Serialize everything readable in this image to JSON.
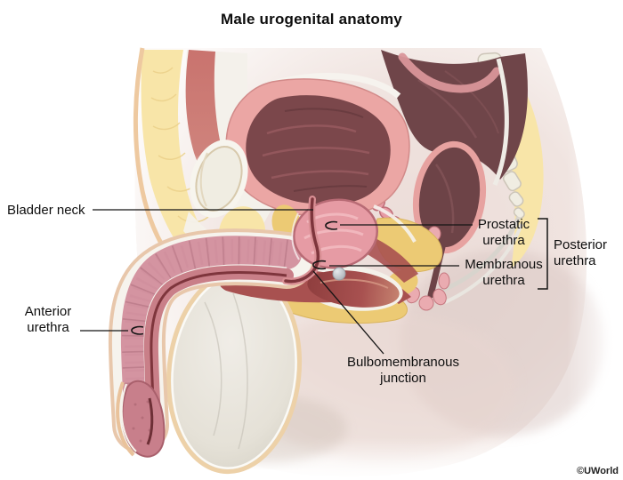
{
  "title": "Male urogenital anatomy",
  "copyright": "©UWorld",
  "labels": {
    "bladder_neck": "Bladder neck",
    "anterior_urethra": "Anterior\nurethra",
    "prostatic_urethra": "Prostatic\nurethra",
    "membranous_urethra": "Membranous\nurethra",
    "posterior_urethra": "Posterior\nurethra",
    "bulbomembranous_junction": "Bulbomembranous\njunction"
  },
  "colors": {
    "line": "#141414",
    "silhouette": "#ecdcd7",
    "fat_light": "#f8e5a8",
    "fat_gold": "#ecca74",
    "skin_edge": "#eec9a0",
    "fascia_white": "#f4f1eb",
    "bone_cream": "#f0ede2",
    "bowel_dark": "#6f4549",
    "rectum_wall": "#e7a2a0",
    "bladder_wall": "#eba6a4",
    "bladder_lumen": "#7b474b",
    "organ_pink": "#e69ba4",
    "urethra_dark": "#7e353c",
    "cavernosum": "#d494a1",
    "spongiosum": "#c97f88",
    "glans": "#c87f8b",
    "deep_muscle": "#a85150",
    "scrotum_rim": "#edd1a8"
  }
}
